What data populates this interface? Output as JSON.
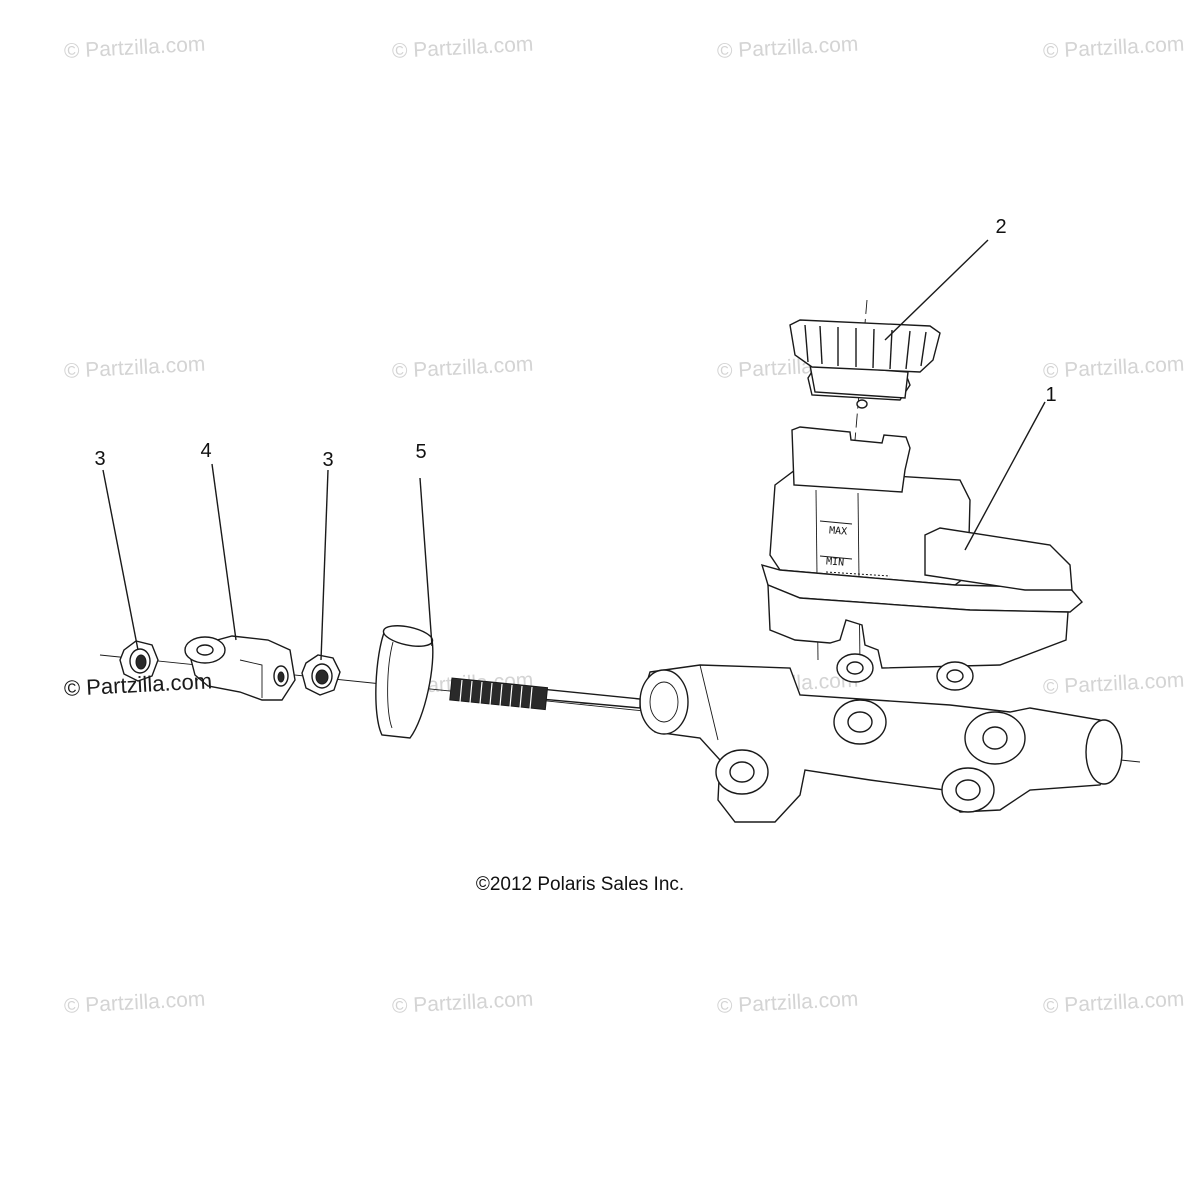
{
  "watermark": "© Partzilla.com",
  "copyright": "©2012 Polaris Sales Inc.",
  "reservoir_marks": {
    "max": "MAX",
    "min": "MIN"
  },
  "callouts": [
    "1",
    "2",
    "3",
    "4",
    "3",
    "5"
  ]
}
